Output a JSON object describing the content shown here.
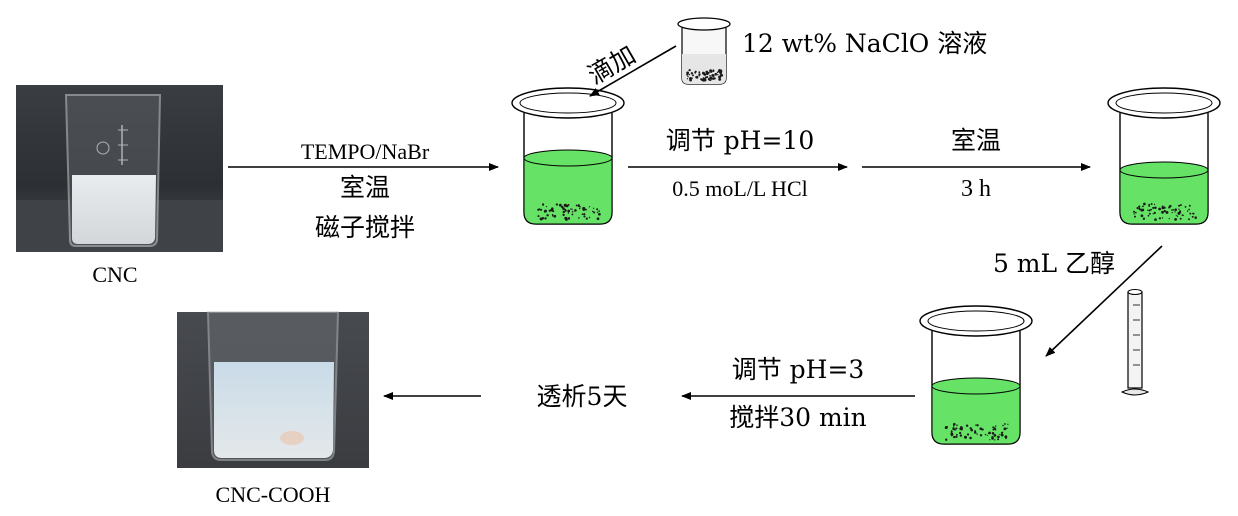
{
  "samples": {
    "start": "CNC",
    "product": "CNC-COOH"
  },
  "reagent": {
    "action": "滴加",
    "name": "12 wt% NaClO 溶液"
  },
  "steps": {
    "s1": {
      "line1": "TEMPO/NaBr",
      "line2": "室温",
      "line3": "磁子搅拌"
    },
    "s2": {
      "line1": "调节 pH=10",
      "line2": "0.5 moL/L HCl"
    },
    "s3": {
      "line1": "室温",
      "line2": "3 h"
    },
    "s4": {
      "line1": "5 mL 乙醇"
    },
    "s5": {
      "line1": "调节 pH=3",
      "line2": "搅拌30 min"
    },
    "s6": {
      "line1": "透析5天"
    }
  },
  "colors": {
    "liquid_green": "#66e266",
    "photo_bg": "#2f3236",
    "arrow": "#000000"
  }
}
